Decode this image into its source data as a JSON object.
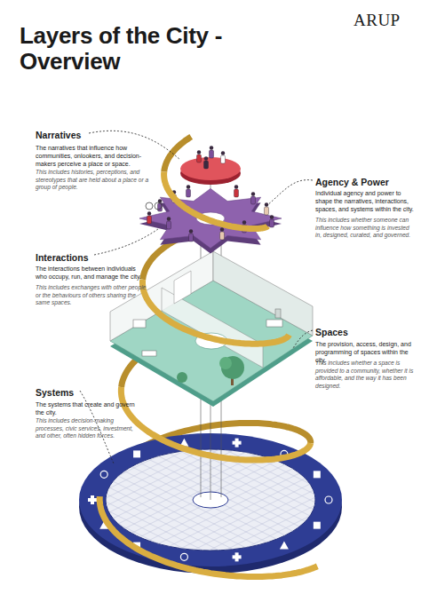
{
  "diagram": {
    "title": "Layers of the City - Overview",
    "labels": [
      "ARUP",
      "Narratives",
      "The narratives that influence how communities, onlookers, and decision-makers perceive a place or space.",
      "This includes histories, perceptions, and stereotypes that are held about a place or a group of people.",
      "Agency & Power",
      "Individual agency and power to shape the narratives, interactions, spaces, and systems within the city.",
      "This includes whether someone can influence how something is invested in, designed, curated, and governed.",
      "Interactions",
      "The interactions between individuals who occupy, run, and manage the city.",
      "This includes exchanges with other people or the behaviours of others sharing the same spaces.",
      "Spaces",
      "The provision, access, design, and programming of spaces within the city.",
      "This includes whether a space is provided to a community, whether it is affordable, and the way it has been designed.",
      "Systems",
      "The systems that create and govern the city.",
      "This includes decision-making processes, civic services, investment, and other, often hidden forces."
    ]
  }
}
